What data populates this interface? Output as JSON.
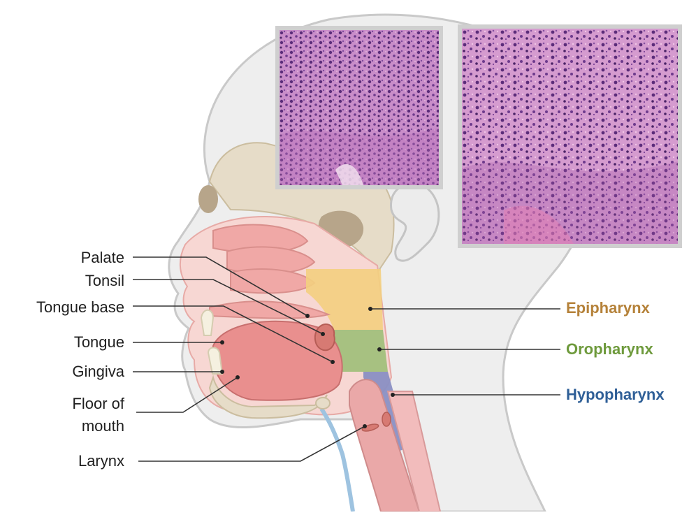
{
  "left_labels": {
    "palate": "Palate",
    "tonsil": "Tonsil",
    "tongue_base": "Tongue base",
    "tongue": "Tongue",
    "gingiva": "Gingiva",
    "floor_of_mouth_line1": "Floor of",
    "floor_of_mouth_line2": "mouth",
    "larynx": "Larynx"
  },
  "region_labels": {
    "epipharynx": "Epipharynx",
    "oropharynx": "Oropharynx",
    "hypopharynx": "Hypopharynx"
  },
  "colors": {
    "epipharynx": "#b5823a",
    "oropharynx": "#6e9a3c",
    "hypopharynx": "#2f5f97",
    "epipharynx_zone": "#f3cf7f",
    "oropharynx_zone": "#9dbf78",
    "hypopharynx_zone": "#8a8fc3",
    "tissue_pink": "#f2b4b2",
    "histology_purple": "#9b4fa6"
  }
}
